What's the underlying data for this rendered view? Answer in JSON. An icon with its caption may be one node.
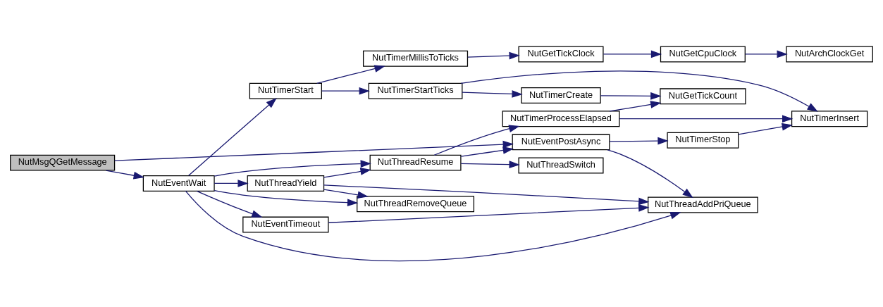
{
  "diagram": {
    "nodes": [
      {
        "text": [
          "NutMsgQGetMessage"
        ]
      },
      {
        "text": [
          "NutEventWait"
        ]
      },
      {
        "text": [
          "NutTimerStart"
        ]
      },
      {
        "text": [
          "NutTimerMillisToTicks"
        ]
      },
      {
        "text": [
          "NutGetTickClock"
        ]
      },
      {
        "text": [
          "NutGetCpuClock"
        ]
      },
      {
        "text": [
          "NutArchClockGet"
        ]
      },
      {
        "text": [
          "NutTimerStartTicks"
        ]
      },
      {
        "text": [
          "NutTimerCreate"
        ]
      },
      {
        "text": [
          "NutGetTickCount"
        ]
      },
      {
        "text": [
          "NutTimerProcessElapsed"
        ]
      },
      {
        "text": [
          "NutTimerInsert"
        ]
      },
      {
        "text": [
          "NutEventPostAsync"
        ]
      },
      {
        "text": [
          "NutThreadRemoveQueue"
        ]
      },
      {
        "text": [
          "NutThreadResume"
        ]
      },
      {
        "text": [
          "NutThreadSwitch"
        ]
      },
      {
        "text": [
          "NutTimerStop"
        ]
      },
      {
        "text": [
          "NutThreadYield"
        ]
      },
      {
        "text": [
          "NutThreadAddPriQueue"
        ]
      },
      {
        "text": [
          "NutEventTimeout"
        ]
      }
    ],
    "edges": [
      {
        "from": 0,
        "to": 1,
        "arrow": "to"
      },
      {
        "from": 0,
        "to": 12,
        "arrow": "to"
      },
      {
        "from": 1,
        "to": 2,
        "arrow": "to"
      },
      {
        "from": 1,
        "to": 13,
        "arrow": "to"
      },
      {
        "from": 1,
        "to": 14,
        "arrow": "to"
      },
      {
        "from": 1,
        "to": 17,
        "arrow": "to"
      },
      {
        "from": 1,
        "to": 18,
        "arrow": "to"
      },
      {
        "from": 1,
        "to": 19,
        "arrow": "to"
      },
      {
        "from": 2,
        "to": 3,
        "arrow": "to"
      },
      {
        "from": 2,
        "to": 7,
        "arrow": "to"
      },
      {
        "from": 3,
        "to": 4,
        "arrow": "to"
      },
      {
        "from": 4,
        "to": 5,
        "arrow": "to"
      },
      {
        "from": 5,
        "to": 6,
        "arrow": "to"
      },
      {
        "from": 7,
        "to": 11,
        "arrow": "to"
      },
      {
        "from": 7,
        "to": 8,
        "arrow": "to"
      },
      {
        "from": 8,
        "to": 9,
        "arrow": "to"
      },
      {
        "from": 10,
        "to": 9,
        "arrow": "to"
      },
      {
        "from": 10,
        "to": 11,
        "arrow": "to"
      },
      {
        "from": 12,
        "to": 16,
        "arrow": "to"
      },
      {
        "from": 12,
        "to": 18,
        "arrow": "to"
      },
      {
        "from": 16,
        "to": 11,
        "arrow": "to"
      },
      {
        "from": 17,
        "to": 13,
        "arrow": "to"
      },
      {
        "from": 17,
        "to": 14,
        "arrow": "to"
      },
      {
        "from": 17,
        "to": 18,
        "arrow": "to"
      },
      {
        "from": 14,
        "to": 10,
        "arrow": "to"
      },
      {
        "from": 14,
        "to": 12,
        "arrow": "to"
      },
      {
        "from": 14,
        "to": 15,
        "arrow": "to"
      },
      {
        "from": 19,
        "to": 18,
        "arrow": "to"
      }
    ]
  }
}
